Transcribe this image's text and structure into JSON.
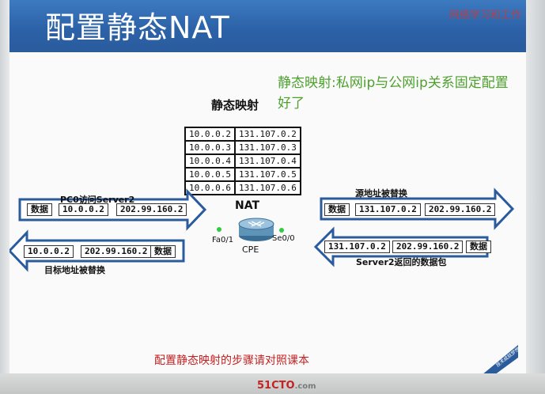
{
  "slide": {
    "title": "配置静态NAT",
    "watermark": "网络学习和工作",
    "note": "静态映射:私网ip与公网ip关系固定配置好了",
    "table_title": "静态映射",
    "mappings": [
      [
        "10.0.0.2",
        "131.107.0.2"
      ],
      [
        "10.0.0.3",
        "131.107.0.3"
      ],
      [
        "10.0.0.4",
        "131.107.0.4"
      ],
      [
        "10.0.0.5",
        "131.107.0.5"
      ],
      [
        "10.0.0.6",
        "131.107.0.6"
      ]
    ],
    "router": {
      "name": "NAT",
      "device_label": "CPE",
      "port_left": "Fa0/1",
      "port_right": "Se0/0"
    },
    "left_top": {
      "caption": "PC0访问Server2",
      "data": "数据",
      "src": "10.0.0.2",
      "dst": "202.99.160.2"
    },
    "left_bottom": {
      "caption": "目标地址被替换",
      "src": "10.0.0.2",
      "dst": "202.99.160.2",
      "data": "数据"
    },
    "right_top": {
      "caption": "源地址被替换",
      "data": "数据",
      "src": "131.107.0.2",
      "dst": "202.99.160.2"
    },
    "right_bottom": {
      "caption": "Server2返回的数据包",
      "src": "131.107.0.2",
      "dst": "202.99.160.2",
      "data": "数据"
    },
    "footer_note": "配置静态映射的步骤请对照课本",
    "badge": "技术成就梦想",
    "site_logo": "51CTO",
    "site_suffix": ".com"
  },
  "colors": {
    "header": "#2c62a8",
    "note": "#4ea12e",
    "footer": "#c42222",
    "arrow_fill": "#ffffff",
    "arrow_stroke": "#2a5b9d"
  }
}
